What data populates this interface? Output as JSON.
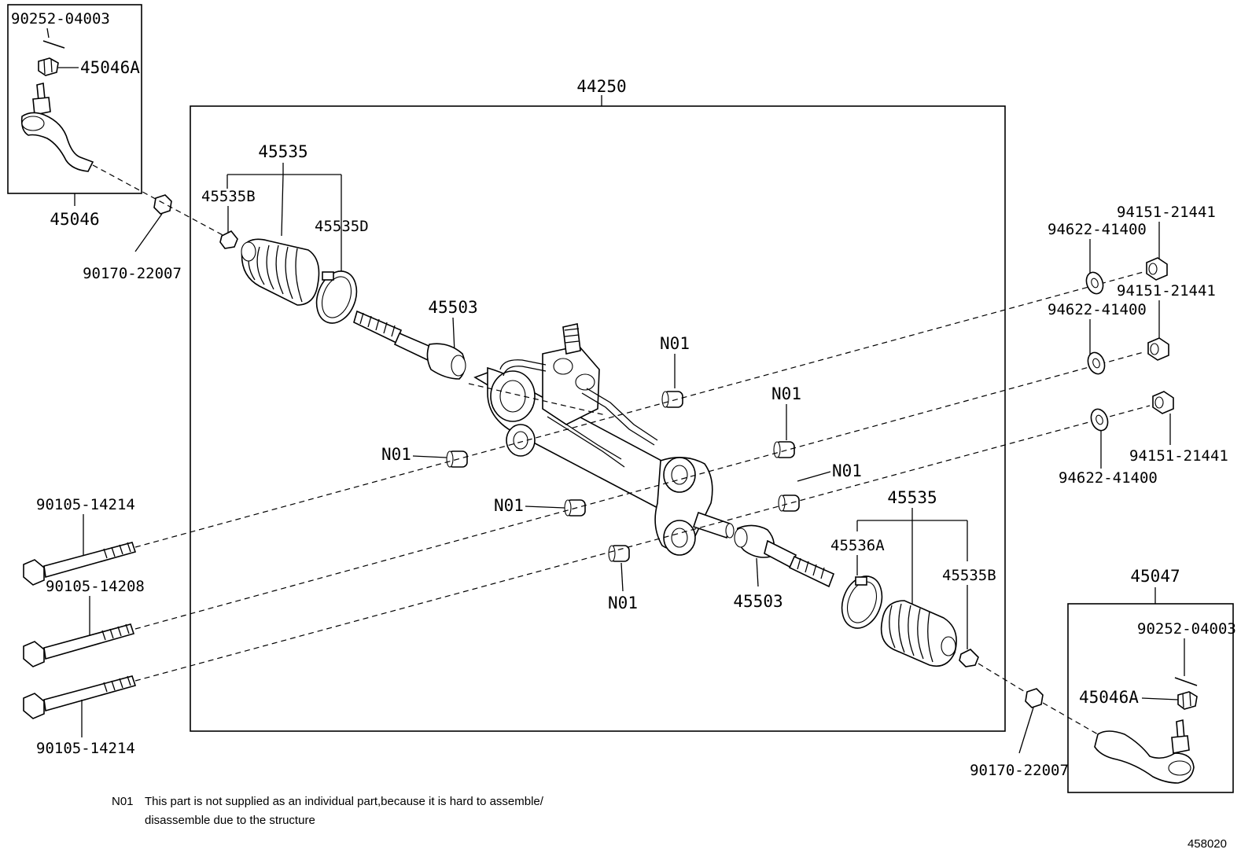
{
  "assembly": {
    "number": "44250"
  },
  "left_tie_rod_box": {
    "assembly": "45046",
    "cotter_pin": "90252-04003",
    "nut": "45046A"
  },
  "right_tie_rod_box": {
    "assembly": "45047",
    "cotter_pin": "90252-04003",
    "nut": "45046A"
  },
  "left_nut": "90170-22007",
  "right_nut": "90170-22007",
  "left_boot": {
    "kit": "45535",
    "clip": "45535B",
    "clamp": "45535D"
  },
  "right_boot": {
    "kit": "45535",
    "clamp": "45536A",
    "clip": "45535B"
  },
  "left_rack_end": "45503",
  "right_rack_end": "45503",
  "bolts": [
    "90105-14214",
    "90105-14208",
    "90105-14214"
  ],
  "washers": [
    "94622-41400",
    "94622-41400",
    "94622-41400"
  ],
  "nuts": [
    "94151-21441",
    "94151-21441",
    "94151-21441"
  ],
  "n01_labels": [
    "N01",
    "N01",
    "N01",
    "N01",
    "N01",
    "N01"
  ],
  "footnote": {
    "code": "N01",
    "line1": "This part is not supplied as an individual part,because it is hard to assemble/",
    "line2": "disassemble due to the structure"
  },
  "figure_id": "458020"
}
